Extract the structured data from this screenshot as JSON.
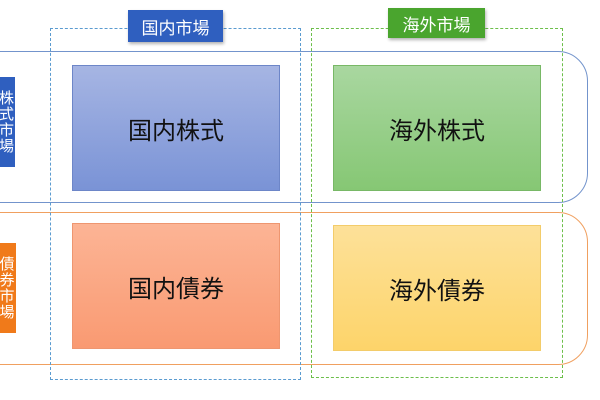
{
  "columns": [
    {
      "label": "国内市場",
      "color": "#2f5fbf"
    },
    {
      "label": "海外市場",
      "color": "#4aa52e"
    }
  ],
  "rows": [
    {
      "label": "株式市場",
      "color": "#2f5fbf"
    },
    {
      "label": "債券市場",
      "color": "#f07a1a"
    }
  ],
  "cells": [
    "国内株式",
    "海外株式",
    "国内債券",
    "海外債券"
  ]
}
